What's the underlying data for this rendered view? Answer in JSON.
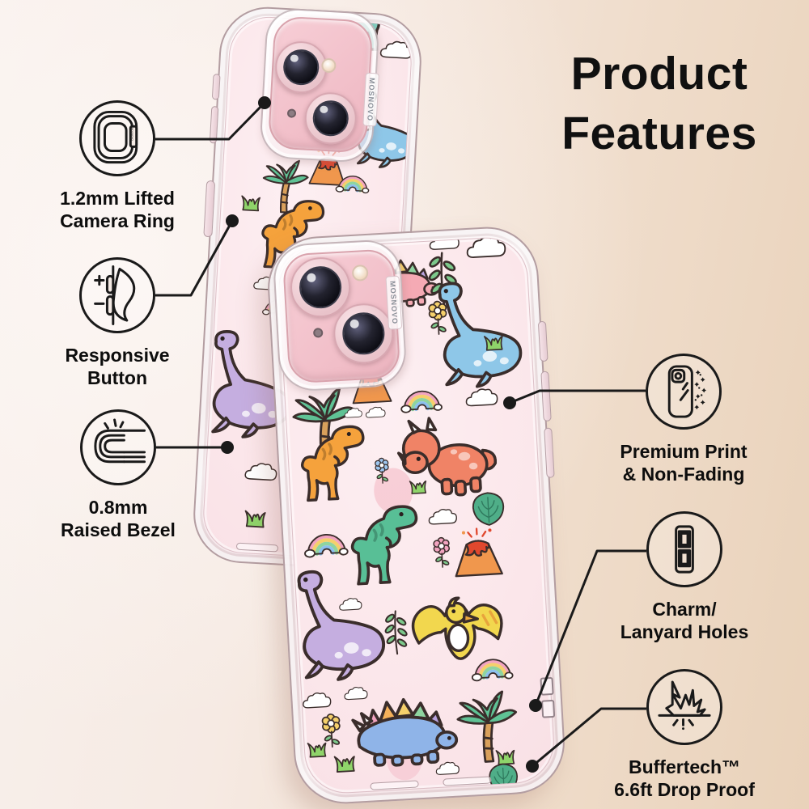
{
  "title": {
    "line1": "Product",
    "line2": "Features"
  },
  "brand": "MOSNOVO",
  "features": [
    {
      "name": "lifted-camera-ring",
      "line1": "1.2mm Lifted",
      "line2": "Camera Ring"
    },
    {
      "name": "responsive-button",
      "line1": "Responsive",
      "line2": "Button"
    },
    {
      "name": "raised-bezel",
      "line1": "0.8mm",
      "line2": "Raised Bezel"
    },
    {
      "name": "premium-print",
      "line1": "Premium Print",
      "line2": "& Non-Fading"
    },
    {
      "name": "charm-lanyard-holes",
      "line1": "Charm/",
      "line2": "Lanyard Holes"
    },
    {
      "name": "buffertech-drop-proof",
      "line1": "Buffertech™",
      "line2": "6.6ft Drop Proof"
    }
  ],
  "colors": {
    "text": "#101010",
    "leader_line": "#1a1a1a",
    "phone_pink": "#f6cdd4",
    "case_pattern_bg": "#fbe6ea",
    "background_tan": "#e9d2ba"
  }
}
